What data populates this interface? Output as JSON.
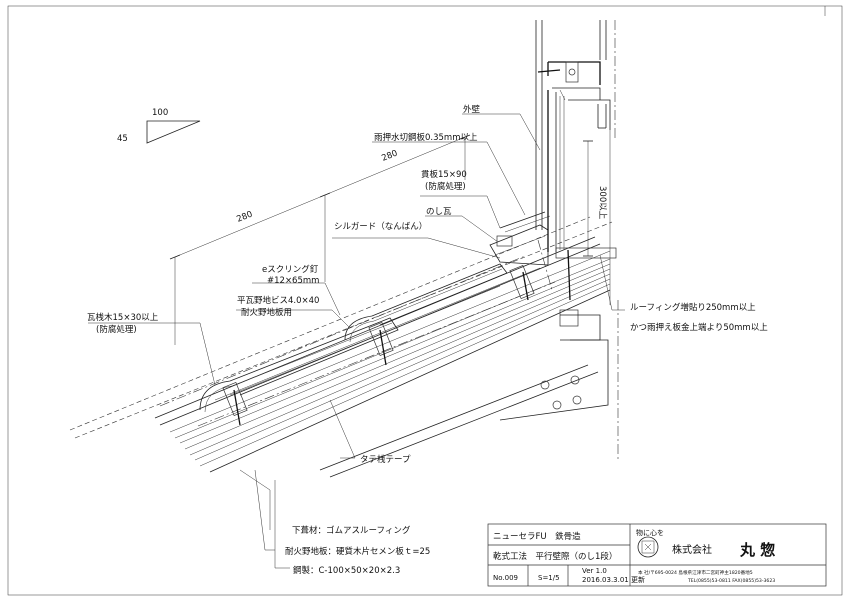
{
  "slope": {
    "run": "100",
    "rise": "45"
  },
  "dimensions": {
    "d1": "280",
    "d2": "280",
    "vertical": "300以上"
  },
  "labels": {
    "gaiheki": "外壁",
    "amaosae": "雨押水切鋼板0.35mm以上",
    "nukiita1": "貫板15×90",
    "nukiita2": "(防腐処理)",
    "noshi": "のし瓦",
    "silguard": "シルガード（なんばん）",
    "screw1": "eスクリング釘",
    "screw2": "#12×65mm",
    "vis1": "平瓦野地ビス4.0×40",
    "vis2": "耐火野地板用",
    "sanki1": "瓦桟木15×30以上",
    "sanki2": "(防腐処理)",
    "roofing1": "ルーフィング増貼り250mm以上",
    "roofing2": "かつ雨押え板金上端より50mm以上",
    "tatesan": "タテ桟テープ",
    "shitabuki": "下葺材：ゴムアスルーフィング",
    "nojiita": "耐火野地板：硬質木片セメン板ｔ=25",
    "kousei": "鋼製：C-100×50×20×2.3"
  },
  "title_block": {
    "product": "ニューセラFU　鉄骨造",
    "method": "乾式工法　平行壁際（のし1段）",
    "number": "No.009",
    "scale": "S=1/5",
    "version": "Ver 1.0",
    "date": "2016.03.3.01 更新",
    "motto": "物に心を",
    "company": "株式会社",
    "company_name": "丸 惣",
    "address": "本 社/〒695-0024 島根県江津市二宮町神主1820番地5",
    "tel": "TEL(0855)53-0811  FAX(0855)53-3623"
  }
}
